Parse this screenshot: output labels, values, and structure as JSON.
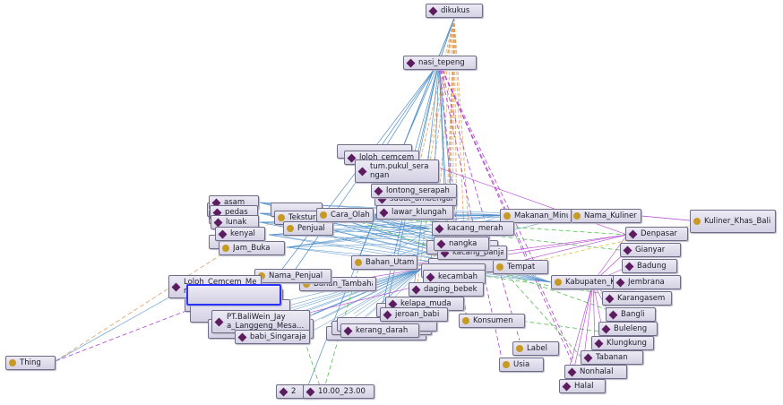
{
  "colors": {
    "class_dot": "#c79a23",
    "individual_diamond": "#5b1d5e",
    "edge_blue": "#4f8fc9",
    "edge_orange": "#e0a060",
    "edge_purple": "#b040d0",
    "edge_green": "#55c050",
    "selected_border": "#2a33ff"
  },
  "nodes": [
    {
      "id": "n_dikukus",
      "label": "dikukus",
      "kind": "individual"
    },
    {
      "id": "n_nasi",
      "label": "nasi_tepeng",
      "kind": "individual"
    },
    {
      "id": "n_kulinerbali",
      "label": "Kuliner_Khas_Bali",
      "kind": "class"
    },
    {
      "id": "n_namakul",
      "label": "Nama_Kuliner",
      "kind": "class"
    },
    {
      "id": "n_makmin",
      "label": "Makanan_Minuman",
      "kind": "class"
    },
    {
      "id": "n_kabkota",
      "label": "Kabupaten_Kota",
      "kind": "class"
    },
    {
      "id": "n_tempat",
      "label": "Tempat",
      "kind": "class"
    },
    {
      "id": "n_konsumen",
      "label": "Konsumen",
      "kind": "class"
    },
    {
      "id": "n_label",
      "label": "Label",
      "kind": "class"
    },
    {
      "id": "n_usia",
      "label": "Usia",
      "kind": "class"
    },
    {
      "id": "n_thing",
      "label": "Thing",
      "kind": "class"
    },
    {
      "id": "n_tekstur",
      "label": "Tekstur",
      "kind": "class"
    },
    {
      "id": "n_penjual",
      "label": "Penjual",
      "kind": "class"
    },
    {
      "id": "n_caraolah",
      "label": "Cara_Olah",
      "kind": "class"
    },
    {
      "id": "n_jambuka",
      "label": "Jam_Buka",
      "kind": "class"
    },
    {
      "id": "n_bahanutama",
      "label": "Bahan_Utama",
      "kind": "class"
    },
    {
      "id": "n_bahantambahan",
      "label": "Bahan_Tambahan",
      "kind": "class"
    },
    {
      "id": "n_namapenjual",
      "label": "Nama_Penjual",
      "kind": "class"
    },
    {
      "id": "n_loloh",
      "label": "loloh_cemcem",
      "kind": "individual"
    },
    {
      "id": "n_tumpukan",
      "label": "tum.pukul_sera ngan",
      "kind": "individual"
    },
    {
      "id": "n_lontong",
      "label": "lontong_serapah",
      "kind": "individual"
    },
    {
      "id": "n_sudat",
      "label": "sudat_ambengan",
      "kind": "individual"
    },
    {
      "id": "n_lawar",
      "label": "lawar_klungah",
      "kind": "individual"
    },
    {
      "id": "n_asam",
      "label": "asam",
      "kind": "individual"
    },
    {
      "id": "n_pedas",
      "label": "pedas",
      "kind": "individual"
    },
    {
      "id": "n_lunak",
      "label": "lunak",
      "kind": "individual"
    },
    {
      "id": "n_kenyal",
      "label": "kenyal",
      "kind": "individual"
    },
    {
      "id": "n_kacang",
      "label": "kacang_merah",
      "kind": "individual"
    },
    {
      "id": "n_nangka",
      "label": "nangka",
      "kind": "individual"
    },
    {
      "id": "n_kacangpanjang",
      "label": "kacang_panjang",
      "kind": "individual"
    },
    {
      "id": "n_kecambah",
      "label": "kecambah",
      "kind": "individual"
    },
    {
      "id": "n_daging",
      "label": "daging_bebek",
      "kind": "individual"
    },
    {
      "id": "n_kelapa",
      "label": "kelapa_muda",
      "kind": "individual"
    },
    {
      "id": "n_jeroan",
      "label": "jeroan_babi",
      "kind": "individual"
    },
    {
      "id": "n_kerang",
      "label": "kerang_darah",
      "kind": "individual"
    },
    {
      "id": "n_lolohcemcem",
      "label": "Loloh_Cemcem_Me me_Nyampuh",
      "kind": "individual"
    },
    {
      "id": "n_pt",
      "label": "PT.BaliWein_Jay a_Langgeng_Mesa...",
      "kind": "individual"
    },
    {
      "id": "n_babi",
      "label": "babi_Singaraja",
      "kind": "individual"
    },
    {
      "id": "n_time1",
      "label": "2",
      "kind": "individual"
    },
    {
      "id": "n_time2",
      "label": "10.00_23.00",
      "kind": "individual"
    },
    {
      "id": "n_denpasar",
      "label": "Denpasar",
      "kind": "individual"
    },
    {
      "id": "n_gianyar",
      "label": "Gianyar",
      "kind": "individual"
    },
    {
      "id": "n_badung",
      "label": "Badung",
      "kind": "individual"
    },
    {
      "id": "n_jembrana",
      "label": "Jembrana",
      "kind": "individual"
    },
    {
      "id": "n_karangasem",
      "label": "Karangasem",
      "kind": "individual"
    },
    {
      "id": "n_bangli",
      "label": "Bangli",
      "kind": "individual"
    },
    {
      "id": "n_buleleng",
      "label": "Buleleng",
      "kind": "individual"
    },
    {
      "id": "n_klungkung",
      "label": "Klungkung",
      "kind": "individual"
    },
    {
      "id": "n_tabanan",
      "label": "Tabanan",
      "kind": "individual"
    },
    {
      "id": "n_nonhalal",
      "label": "Nonhalal",
      "kind": "individual"
    },
    {
      "id": "n_halal",
      "label": "Halal",
      "kind": "individual"
    }
  ]
}
